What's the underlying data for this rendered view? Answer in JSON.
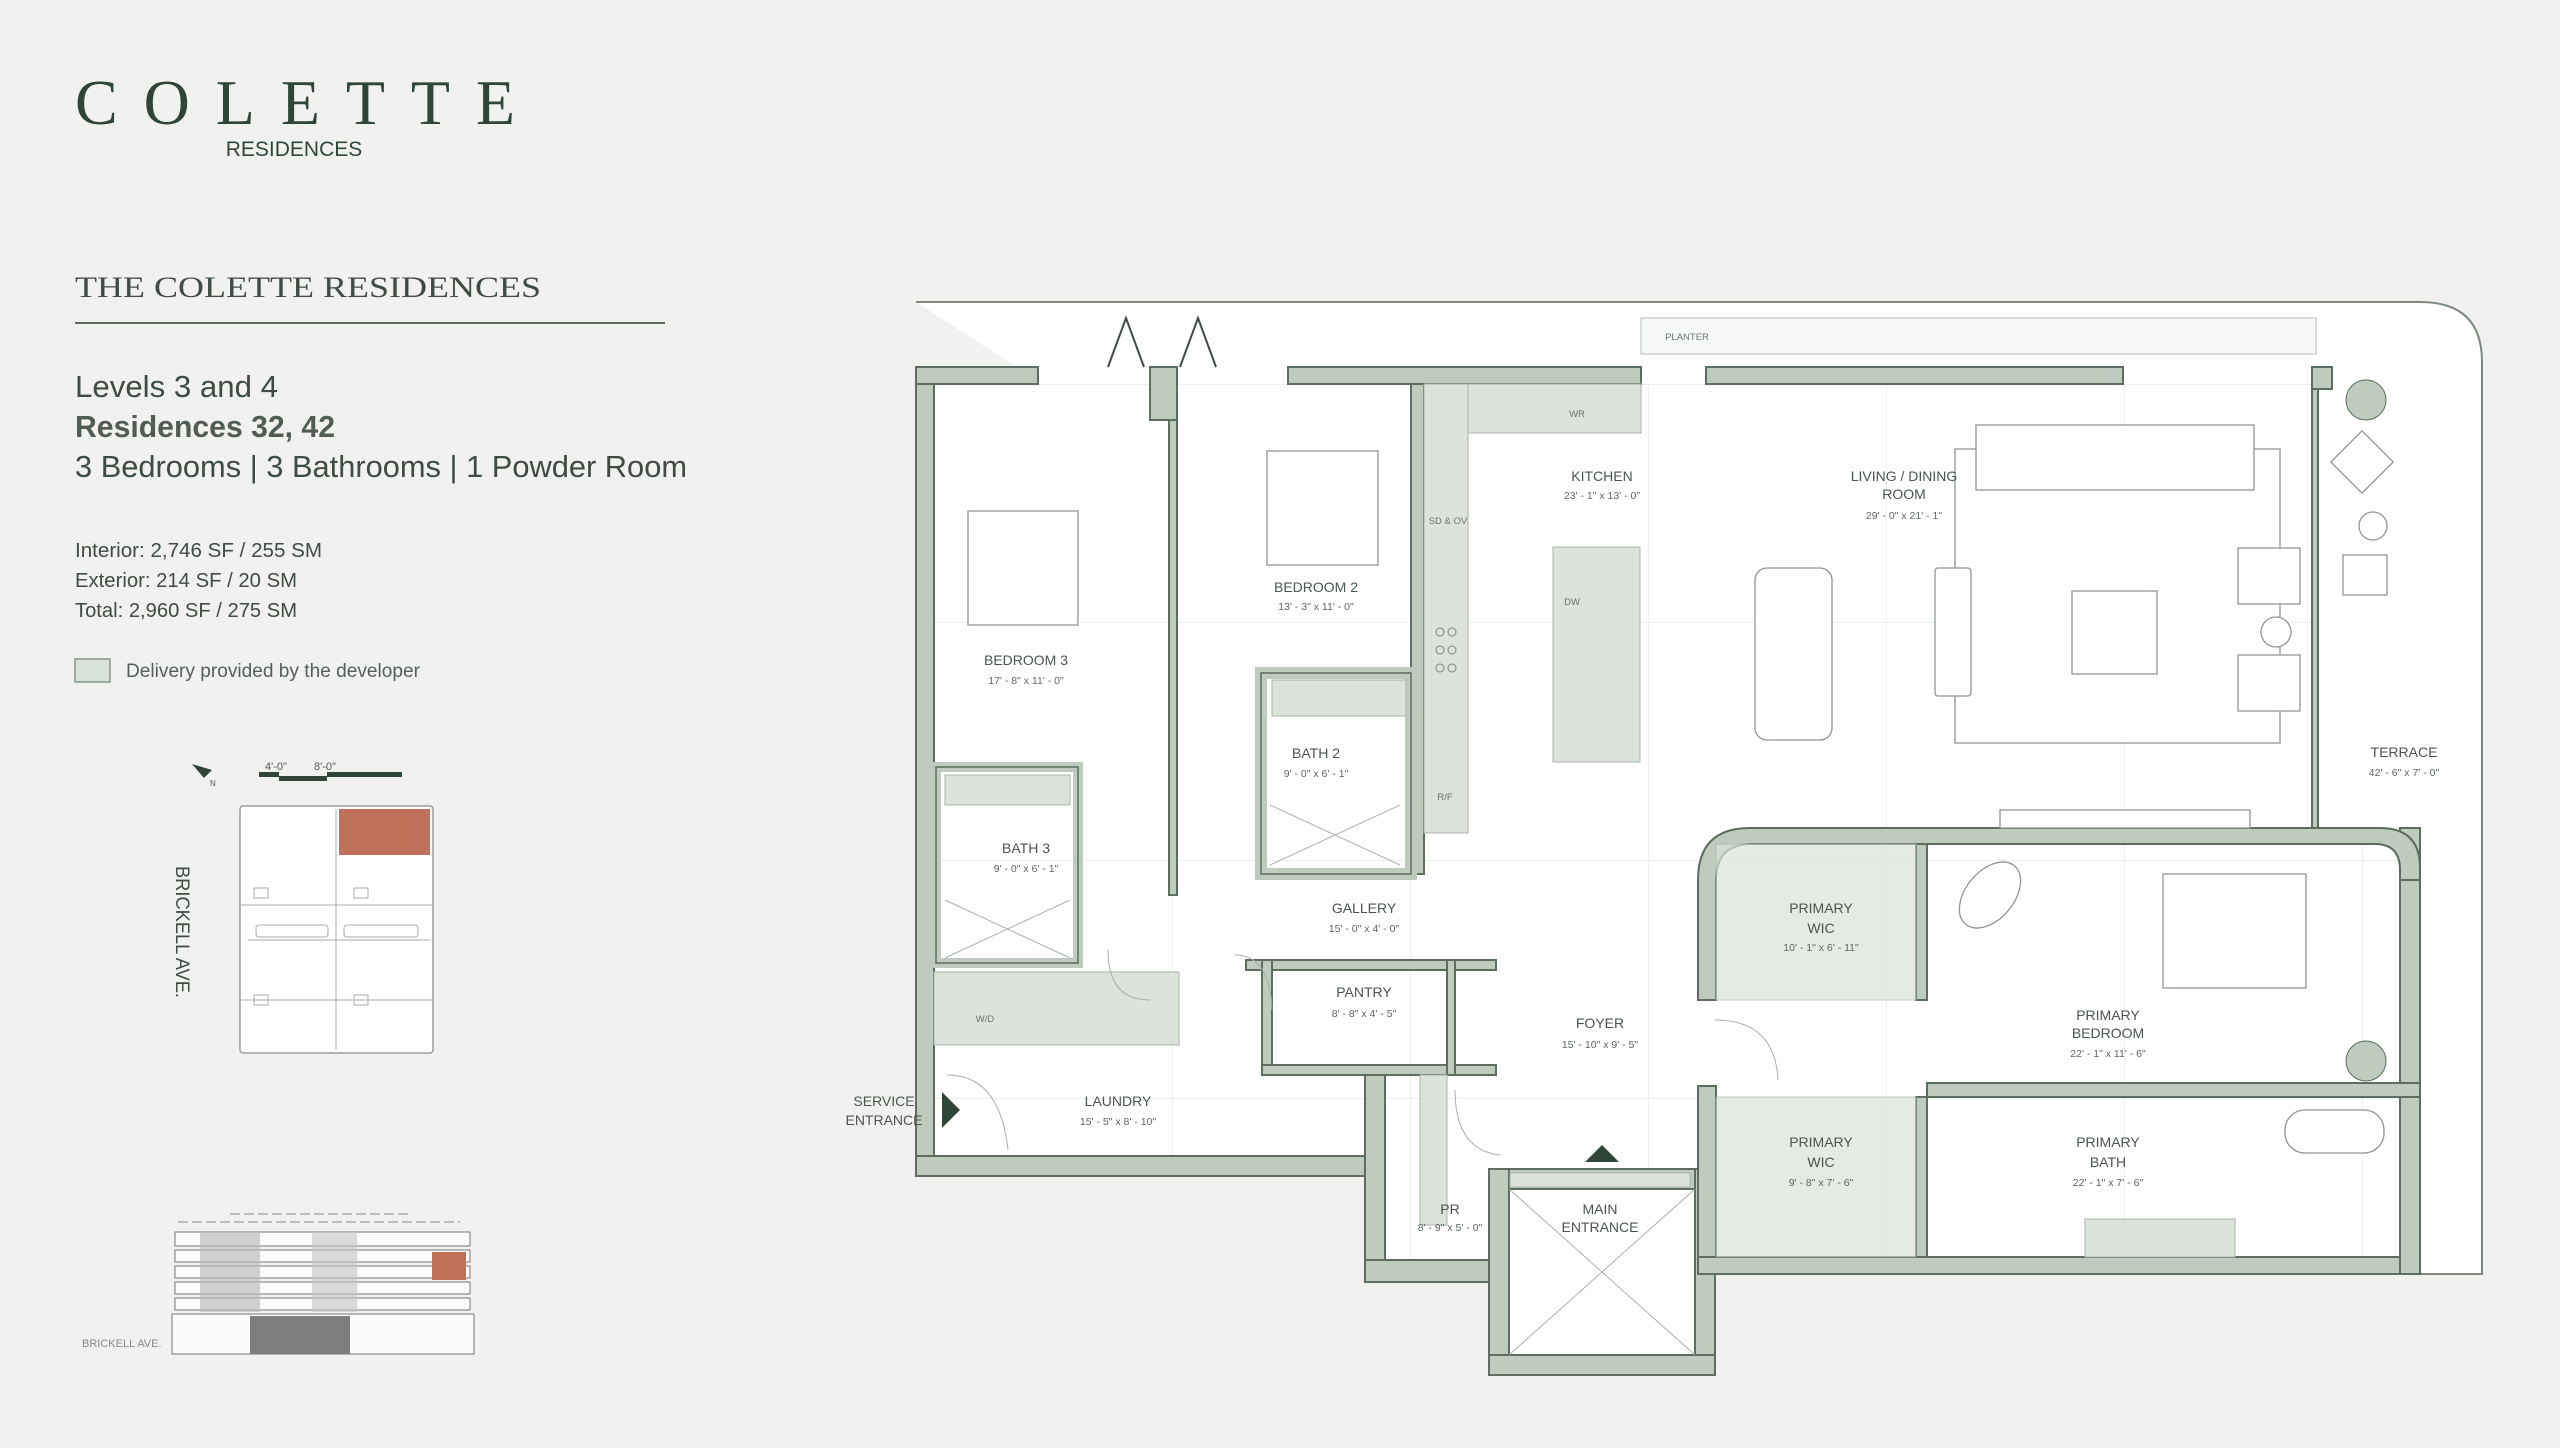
{
  "brand": {
    "logo": "COLETTE",
    "sub": "RESIDENCES"
  },
  "header": {
    "title": "THE COLETTE RESIDENCES"
  },
  "unit": {
    "levels": "Levels 3 and 4",
    "residences": "Residences 32, 42",
    "rooms_summary": "3 Bedrooms | 3 Bathrooms | 1 Powder Room"
  },
  "areas": {
    "interior": "Interior: 2,746 SF / 255 SM",
    "exterior": "Exterior: 214 SF / 20 SM",
    "total": "Total: 2,960 SF / 275 SM"
  },
  "legend": {
    "label": "Delivery provided by the developer",
    "swatch_color": "#d9e2d9"
  },
  "keyplan": {
    "scale_a": "4'-0\"",
    "scale_b": "8'-0\"",
    "street": "BRICKELL AVE.",
    "highlight_color": "#c0715a",
    "north": "N"
  },
  "elevation": {
    "street": "BRICKELL AVE."
  },
  "rooms": {
    "planter": {
      "name": "PLANTER"
    },
    "kitchen": {
      "name": "KITCHEN",
      "dims": "23' - 1\" x 13' - 0\""
    },
    "living": {
      "name": "LIVING / DINING",
      "name2": "ROOM",
      "dims": "29' - 0\" x 21' - 1\""
    },
    "bedroom2": {
      "name": "BEDROOM 2",
      "dims": "13' - 3\" x 11' - 0\""
    },
    "bedroom3": {
      "name": "BEDROOM 3",
      "dims": "17' - 8\" x 11' - 0\""
    },
    "bath2": {
      "name": "BATH 2",
      "dims": "9' - 0\" x 6' - 1\""
    },
    "bath3": {
      "name": "BATH 3",
      "dims": "9' - 0\" x 6' - 1\""
    },
    "gallery": {
      "name": "GALLERY",
      "dims": "15' - 0\" x 4' - 0\""
    },
    "pantry": {
      "name": "PANTRY",
      "dims": "8' - 8\" x 4' - 5\""
    },
    "foyer": {
      "name": "FOYER",
      "dims": "15' - 10\" x 9' - 5\""
    },
    "laundry": {
      "name": "LAUNDRY",
      "dims": "15' - 5\" x 8' - 10\""
    },
    "service": {
      "name": "SERVICE",
      "name2": "ENTRANCE"
    },
    "pr": {
      "name": "PR",
      "dims": "8' - 9\" x 5' - 0\""
    },
    "main_entrance": {
      "name": "MAIN",
      "name2": "ENTRANCE"
    },
    "wic1": {
      "name": "PRIMARY",
      "name2": "WIC",
      "dims": "10' - 1\" x 6' - 11\""
    },
    "wic2": {
      "name": "PRIMARY",
      "name2": "WIC",
      "dims": "9' - 8\" x 7' - 6\""
    },
    "primary_bed": {
      "name": "PRIMARY",
      "name2": "BEDROOM",
      "dims": "22' - 1\" x 11' - 6\""
    },
    "primary_bath": {
      "name": "PRIMARY",
      "name2": "BATH",
      "dims": "22' - 1\" x 7' - 6\""
    },
    "terrace": {
      "name": "TERRACE",
      "dims": "42' - 6\" x 7' - 0\""
    }
  },
  "fixtures": {
    "wr": "WR",
    "sd_ov": "SD & OV",
    "dw": "DW",
    "rf": "R/F",
    "wd": "W/D"
  },
  "colors": {
    "wall": "#bfcbbf",
    "ink": "#2f4538",
    "background": "#f1f2f0"
  }
}
